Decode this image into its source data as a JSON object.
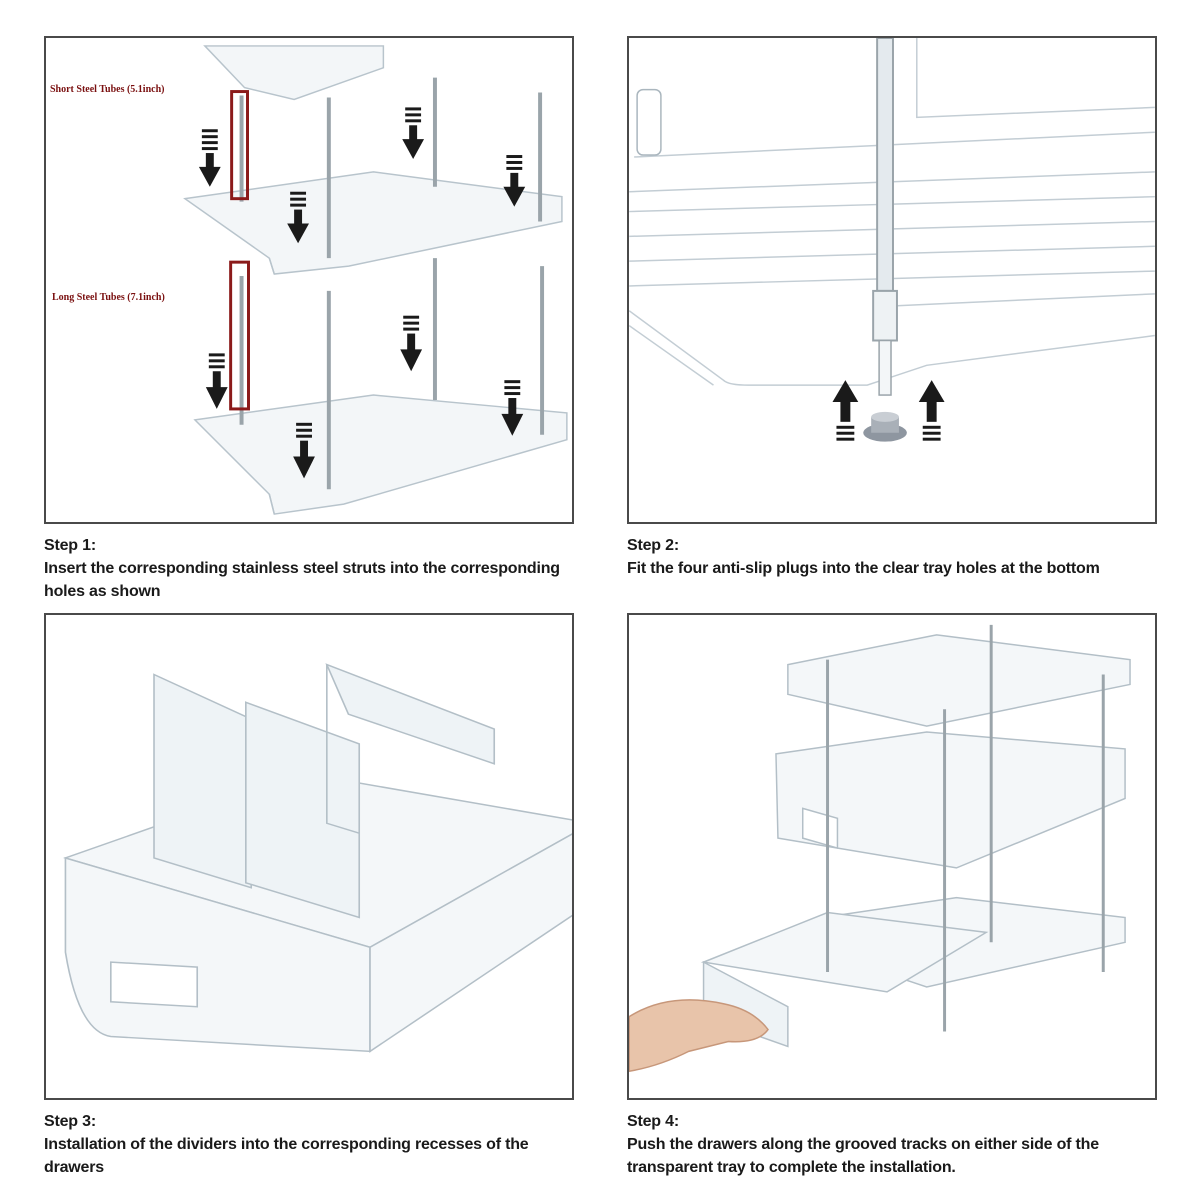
{
  "panels": [
    {
      "step": "Step 1:",
      "text": "Insert the corresponding stainless steel struts into the corresponding holes as shown",
      "labels": {
        "short_tube": "Short Steel Tubes (5.1inch)",
        "long_tube": "Long Steel Tubes (7.1inch)"
      }
    },
    {
      "step": "Step 2:",
      "text": "Fit the four anti-slip plugs into the clear tray holes at the bottom"
    },
    {
      "step": "Step 3:",
      "text": "Installation of the dividers into the corresponding recesses of the drawers"
    },
    {
      "step": "Step 4:",
      "text": "Push the drawers along the grooved tracks on either side of the transparent tray to complete the installation."
    }
  ],
  "colors": {
    "border": "#4a4a4a",
    "tube_highlight": "#8b1a1a",
    "arrow": "#1a1a1a",
    "acrylic": "#c9d3da"
  }
}
